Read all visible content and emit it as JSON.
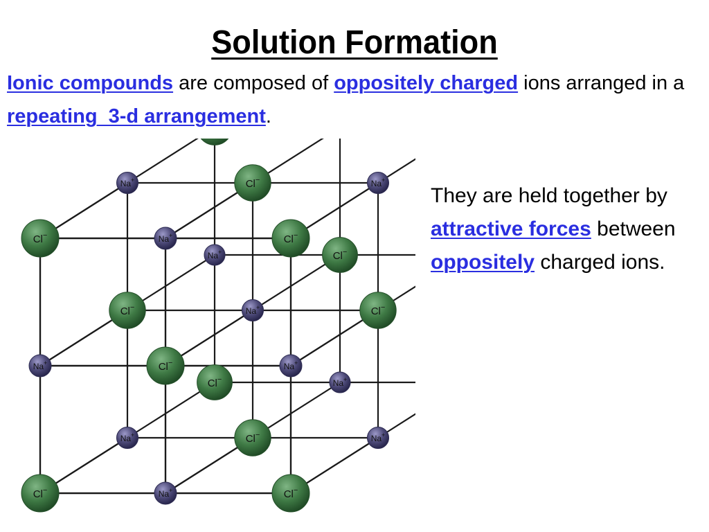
{
  "slide": {
    "title": "Solution Formation",
    "intro": {
      "term1": "Ionic compounds",
      "text1": " are composed of ",
      "term2": "oppositely charged",
      "text2": " ions arranged in a ",
      "term3": "repeating  3-d arrangement",
      "text3": "."
    },
    "side": {
      "text1": "They are held together by ",
      "term1": "attractive forces",
      "text2": " between ",
      "term2": "oppositely",
      "text3": " charged ions."
    }
  },
  "lattice": {
    "cation_label": "Na",
    "cation_charge": "+",
    "anion_label": "Cl",
    "anion_charge": "−",
    "colors": {
      "cation": "#4d4a78",
      "anion": "#3f7a45",
      "bond": "#1a1a1a"
    }
  }
}
